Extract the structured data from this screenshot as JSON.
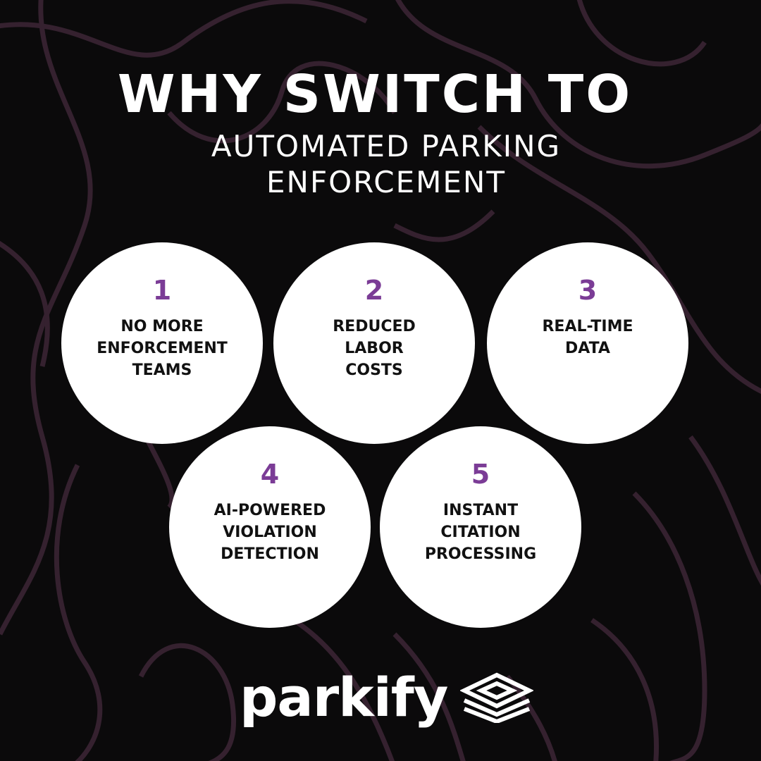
{
  "title": {
    "line1": "WHY SWITCH TO",
    "line2": "AUTOMATED PARKING",
    "line3": "ENFORCEMENT"
  },
  "reasons": [
    {
      "number": "1",
      "label": "NO MORE ENFORCEMENT TEAMS"
    },
    {
      "number": "2",
      "label": "REDUCED LABOR COSTS"
    },
    {
      "number": "3",
      "label": "REAL-TIME DATA"
    },
    {
      "number": "4",
      "label": "AI-POWERED VIOLATION DETECTION"
    },
    {
      "number": "5",
      "label": "INSTANT CITATION PROCESSING"
    }
  ],
  "brand": {
    "name": "parkify",
    "icon": "stacked-layers-icon"
  },
  "colors": {
    "background": "#0b0a0b",
    "contour": "#35212f",
    "accent": "#7b3c96",
    "circle": "#ffffff"
  }
}
